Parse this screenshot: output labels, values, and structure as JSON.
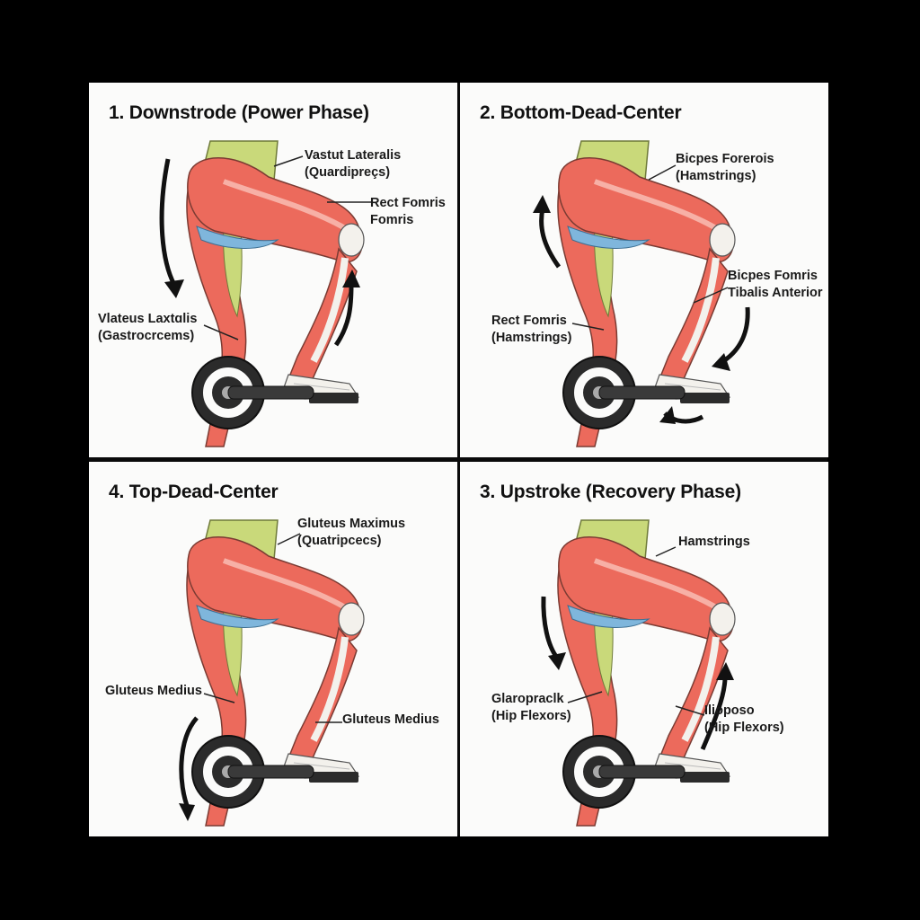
{
  "panels": [
    {
      "title": "1. Downstrode (Power Phase)",
      "labels": [
        [
          "Vastut Lateralis",
          "(Quardipreçs)"
        ],
        [
          "Rect Fomris",
          "Fomris"
        ],
        [
          "Vlateus Laxtɑlis",
          "(Gastrocrcems)"
        ]
      ]
    },
    {
      "title": "2. Bottom-Dead-Center",
      "labels": [
        [
          "Bicpes Forerois",
          "(Hamstrings)"
        ],
        [
          "Bicpes Fomris",
          "Tibalis Anterior"
        ],
        [
          "Rect Fomris",
          "(Hamstrings)"
        ]
      ]
    },
    {
      "title": "4. Top-Dead-Center",
      "labels": [
        [
          "Gluteus Maximus",
          "(Quatripcecs)"
        ],
        [
          "Gluteus Medius"
        ],
        [
          "Gluteus Medius"
        ]
      ]
    },
    {
      "title": "3. Upstroke (Recovery Phase)",
      "labels": [
        [
          "Hamstrings"
        ],
        [
          "Glaropraclk",
          "(Hip Flexors)"
        ],
        [
          "Iliopоso",
          "(Hip Flexors)"
        ]
      ]
    }
  ],
  "colors": {
    "muscle_red": "#e8584f",
    "muscle_light": "#f28b7e",
    "accent_green": "#c9d97a",
    "accent_blue": "#7fb6dc",
    "crank_dark": "#2b2b2b"
  }
}
